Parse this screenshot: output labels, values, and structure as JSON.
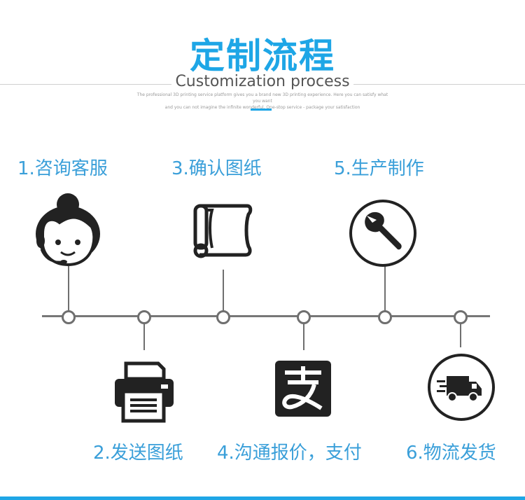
{
  "header": {
    "title": "定制流程",
    "subtitle": "Customization process",
    "tagline_line1": "The professional 3D printing service platform gives you a brand new 3D printing experience. Here you can satisfy what you want",
    "tagline_line2": "and you can not imagine the infinite wonderful. One-stop service - package your satisfaction"
  },
  "steps": [
    {
      "label": "1.咨询客服",
      "icon": "customer-service-icon"
    },
    {
      "label": "2.发送图纸",
      "icon": "printer-icon"
    },
    {
      "label": "3.确认图纸",
      "icon": "scroll-drawing-icon"
    },
    {
      "label": "4.沟通报价，支付",
      "icon": "alipay-icon"
    },
    {
      "label": "5.生产制作",
      "icon": "wrench-icon"
    },
    {
      "label": "6.物流发货",
      "icon": "delivery-truck-icon"
    }
  ],
  "colors": {
    "accent": "#1ea6e6",
    "label": "#3a9fd9",
    "line": "#6f6f6f",
    "icon": "#222222"
  }
}
